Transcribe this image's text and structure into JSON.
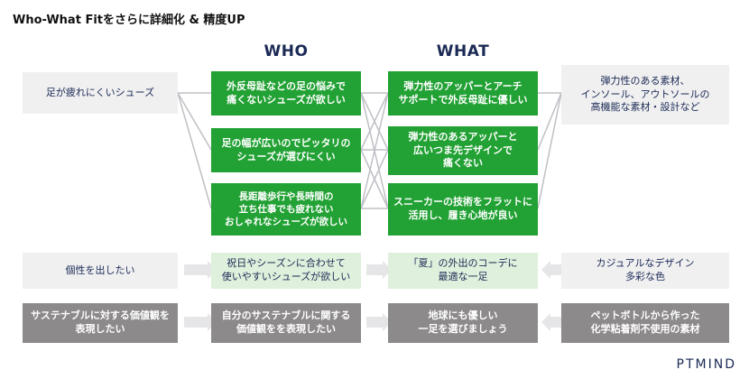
{
  "title": "Who-What Fitをさらに詳細化 & 精度UP",
  "headers": {
    "who": "WHO",
    "what": "WHAT"
  },
  "left": [
    "足が疲れにくいシューズ",
    "個性を出したい",
    "サステナブルに対する価値観を\n表現したい"
  ],
  "who": [
    "外反母趾などの足の悩みで\n痛くないシューズが欲しい",
    "足の幅が広いのでピッタリの\nシューズが選びにくい",
    "長距離歩行や長時間の\n立ち仕事でも疲れない\nおしゃれなシューズが欲しい",
    "祝日やシーズンに合わせて\n使いやすいシューズが欲しい",
    "自分のサステナブルに関する\n価値観をを表現したい"
  ],
  "what": [
    "弾力性のアッパーとアーチ\nサポートで外反母趾に優しい",
    "弾力性のあるアッパーと\n広いつま先デザインで\n痛くない",
    "スニーカーの技術をフラットに\n活用し、履き心地が良い",
    "「夏」の外出のコーデに\n最適な一足",
    "地球にも優しい\n一足を選びましょう"
  ],
  "right": [
    "弾力性のある素材、\nインソール、アウトソールの\n高機能な素材・設計など",
    "カジュアルなデザイン\n多彩な色",
    "ペットボトルから作った\n化学粘着剤不使用の素材"
  ],
  "logo": "PTMIND",
  "colors": {
    "green": "#22a134",
    "lightgreen": "#dff0dc",
    "gray": "#f0f0f1",
    "dark": "#8d8a8c",
    "navy": "#1b2a55"
  }
}
